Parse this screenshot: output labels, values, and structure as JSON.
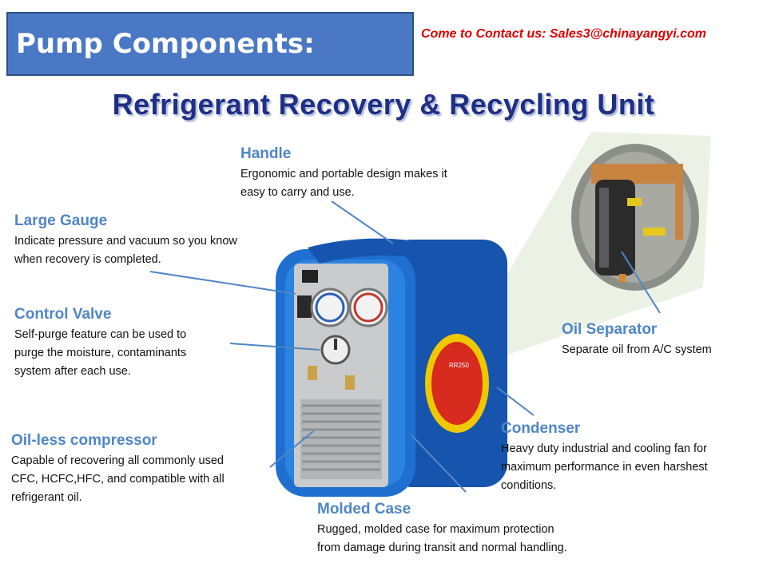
{
  "header": {
    "title": "Pump Components:"
  },
  "contact": "Come to Contact us:  Sales3@chinayangyi.com",
  "subtitle": "Refrigerant Recovery & Recycling Unit",
  "callouts": {
    "handle": {
      "title": "Handle",
      "l1": "Ergonomic and portable design makes it",
      "l2": "easy to carry and use."
    },
    "gauge": {
      "title": "Large Gauge",
      "l1": "Indicate pressure and vacuum so you know",
      "l2": "when recovery is completed."
    },
    "valve": {
      "title": "Control Valve",
      "l1": "Self-purge feature can be used to",
      "l2": "purge the moisture, contaminants",
      "l3": "system after each use."
    },
    "compressor": {
      "title": "Oil-less compressor",
      "l1": "Capable of recovering all commonly used",
      "l2": "CFC, HCFC,HFC, and compatible with all",
      "l3": "refrigerant oil."
    },
    "case": {
      "title": "Molded Case",
      "l1": "Rugged, molded case for maximum protection",
      "l2": "from damage during transit and normal handling."
    },
    "condenser": {
      "title": "Condenser",
      "l1": "Heavy duty industrial and cooling fan for",
      "l2": "maximum performance in even harshest",
      "l3": "conditions."
    },
    "separator": {
      "title": "Oil Separator",
      "l1": "Separate oil from A/C system"
    }
  },
  "unit_label": "RR250",
  "colors": {
    "header_bg": "#4a78c4",
    "callout_title": "#4f86c6",
    "contact": "#e00000",
    "subtitle": "#1f2f85",
    "case_blue": "#1f6fd0",
    "leader": "#4f86c6"
  }
}
